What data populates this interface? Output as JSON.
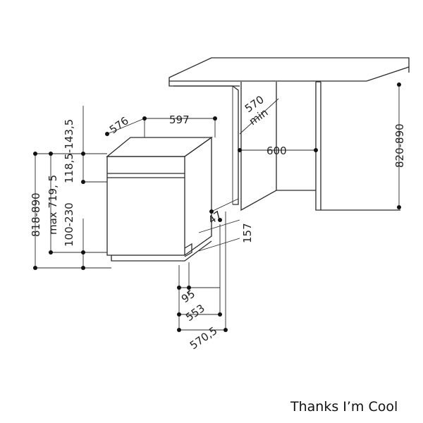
{
  "dimensions": {
    "depth_576": "576",
    "width_597": "597",
    "niche_depth": "570",
    "niche_depth_min": "min",
    "niche_width": "600",
    "niche_height": "820-890",
    "total_height": "818-890",
    "body_height": "max 719, 5",
    "plinth_height": "100-230",
    "panel_height": "118,5-143,5",
    "door_gap": "47",
    "door_drop": "157",
    "foot_95": "95",
    "foot_553": "553",
    "foot_5705": "570,5"
  },
  "caption": "Thanks I’m Cool"
}
